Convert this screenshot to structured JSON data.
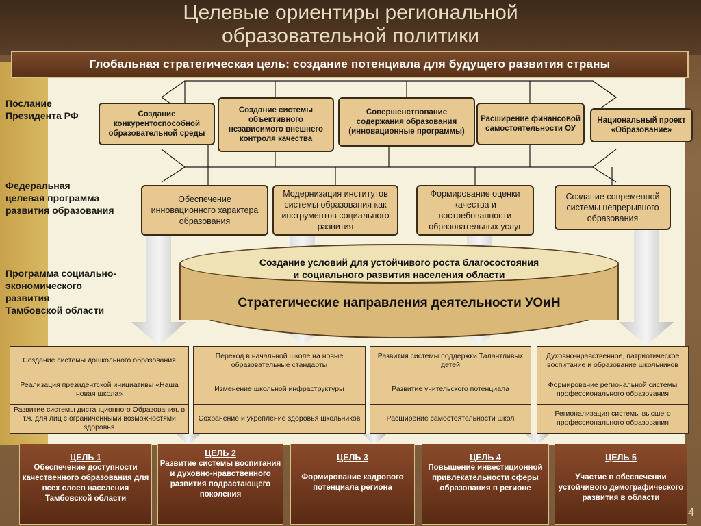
{
  "title_line1": "Целевые ориентиры региональной",
  "title_line2": "образовательной политики",
  "global_goal": "Глобальная стратегическая цель: создание потенциала для будущего развития страны",
  "labels": {
    "president": [
      "Послание",
      "Президента РФ"
    ],
    "federal": [
      "Федеральная",
      "целевая программа",
      "развития образования"
    ],
    "program": [
      "Программа социально-",
      "экономического",
      "развития",
      "Тамбовской области"
    ]
  },
  "row1": [
    "Создание конкурентоспособной образовательной среды",
    "Создание системы объективного независимого внешнего контроля качества",
    "Совершенствование содержания образования (инновационные программы)",
    "Расширение финансовой самостоятельности ОУ",
    "Национальный проект «Образование»"
  ],
  "row2": [
    "Обеспечение инновационного характера образования",
    "Модернизация институтов системы образования как инструментов социального развития",
    "Формирование оценки качества и востребованности образовательных услуг",
    "Создание современной системы непрерывного образования"
  ],
  "cylinder": {
    "line1": "Создание условий для устойчивого роста благосостояния",
    "line2": "и социального развития населения области",
    "main": "Стратегические направления деятельности УОиН"
  },
  "columns": [
    [
      "Создание системы дошкольного образования",
      "Реализация президентской инициативы «Наша новая школа»",
      "Развитие системы дистанционного Образования, в т.ч. для лиц с ограниченными возможностями здоровья"
    ],
    [
      "Переход в начальной школе на новые образовательные стандарты",
      "Изменение школьной инфраструктуры",
      "Сохранение и укрепление здоровья школьников"
    ],
    [
      "Развития системы поддержки Талантливых детей",
      "Развитие учительского потенциала",
      "Расширение самостоятельности школ"
    ],
    [
      "Духовно-нравственное, патриотическое воспитание и образование школьников",
      "Формирование региональной системы профессионального образования",
      "Регионализация системы высшего профессионального образования"
    ]
  ],
  "goals": [
    {
      "head": "ЦЕЛЬ 1",
      "text": "Обеспечение доступности качественного образования для всех слоев населения Тамбовской области"
    },
    {
      "head": "ЦЕЛЬ 2",
      "text": "Развитие системы воспитания и духовно-нравственного развития подрастающего поколения"
    },
    {
      "head": "ЦЕЛЬ 3",
      "text": "Формирование кадрового потенциала региона"
    },
    {
      "head": "ЦЕЛЬ 4",
      "text": "Повышение инвестиционной привлекательности сферы образования в регионе"
    },
    {
      "head": "ЦЕЛЬ 5",
      "text": "Участие в обеспечении устойчивого демографического развития в области"
    }
  ],
  "page_number": "4",
  "colors": {
    "box": "#e6c890",
    "goal": "#7a3a1e",
    "background": "#f6f1dc"
  }
}
